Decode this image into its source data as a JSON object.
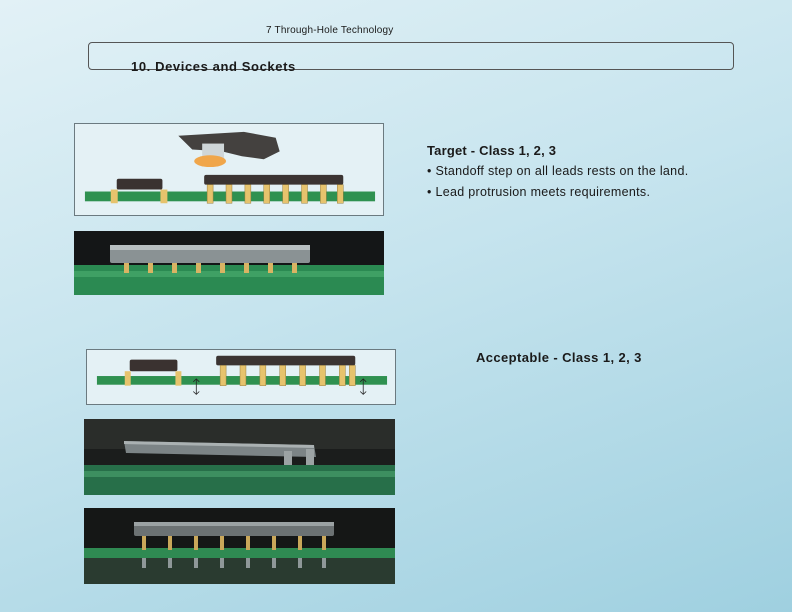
{
  "header": {
    "chapter": "7  Through-Hole Technology"
  },
  "section": {
    "title": "10.  Devices and Sockets"
  },
  "target": {
    "title": "Target - Class 1, 2, 3",
    "bullets": [
      "• Standoff step on all leads rests on the land.",
      "• Lead protrusion meets requirements."
    ]
  },
  "acceptable": {
    "title": "Acceptable - Class 1, 2, 3"
  },
  "colors": {
    "board": "#2e8f4a",
    "lead": "#e8c26a",
    "body": "#3b3432",
    "dark": "#1a1d1f"
  }
}
